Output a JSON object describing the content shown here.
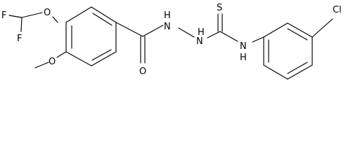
{
  "structure": {
    "atoms": {
      "f_top": "F",
      "f_left": "F",
      "o_ether_top": "O",
      "o_methoxy": "O",
      "o_carbonyl": "O",
      "nh_hydrazide_1": "H",
      "n_hydrazide_1": "N",
      "nh_hydrazide_2": "H",
      "n_hydrazide_2": "N",
      "s_thione": "S",
      "n_anilide": "N",
      "h_anilide": "H",
      "cl": "Cl"
    }
  }
}
